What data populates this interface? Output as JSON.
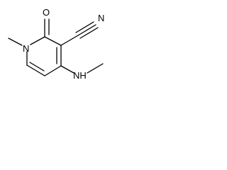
{
  "molecule": {
    "atoms": {
      "ring_nitrogen": "N",
      "carbonyl_oxygen": "O",
      "nitrile_nitrogen": "N",
      "amine_nh": "NH"
    }
  },
  "colors": {
    "bond": "#000000",
    "label": "#000000",
    "background": "#ffffff"
  }
}
